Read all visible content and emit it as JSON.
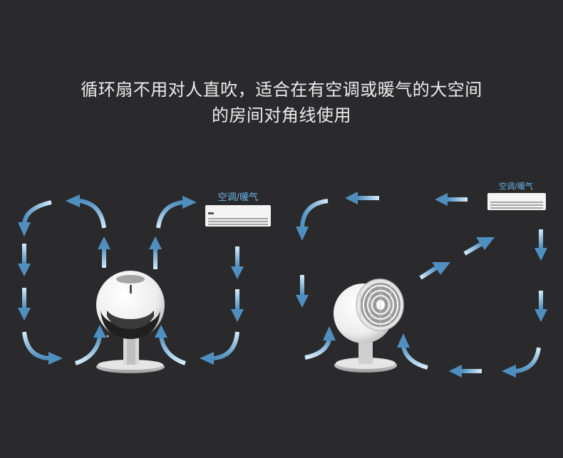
{
  "heading": {
    "line1": "循环扇不用对人直吹，适合在有空调或暖气的大空间",
    "line2": "的房间对角线使用"
  },
  "left_scene": {
    "ac_label": "空调/暖气"
  },
  "right_scene": {
    "ac_label": "空调/暖气"
  },
  "colors": {
    "background": "#2a2a2c",
    "arrow_light": "#d4ecfb",
    "arrow_dark": "#4f8fc0",
    "label_text": "#6ab4e8",
    "fan_body": "#f2f2f2"
  },
  "icons": [
    "air-flow-arrow",
    "air-conditioner-icon",
    "circulation-fan"
  ]
}
